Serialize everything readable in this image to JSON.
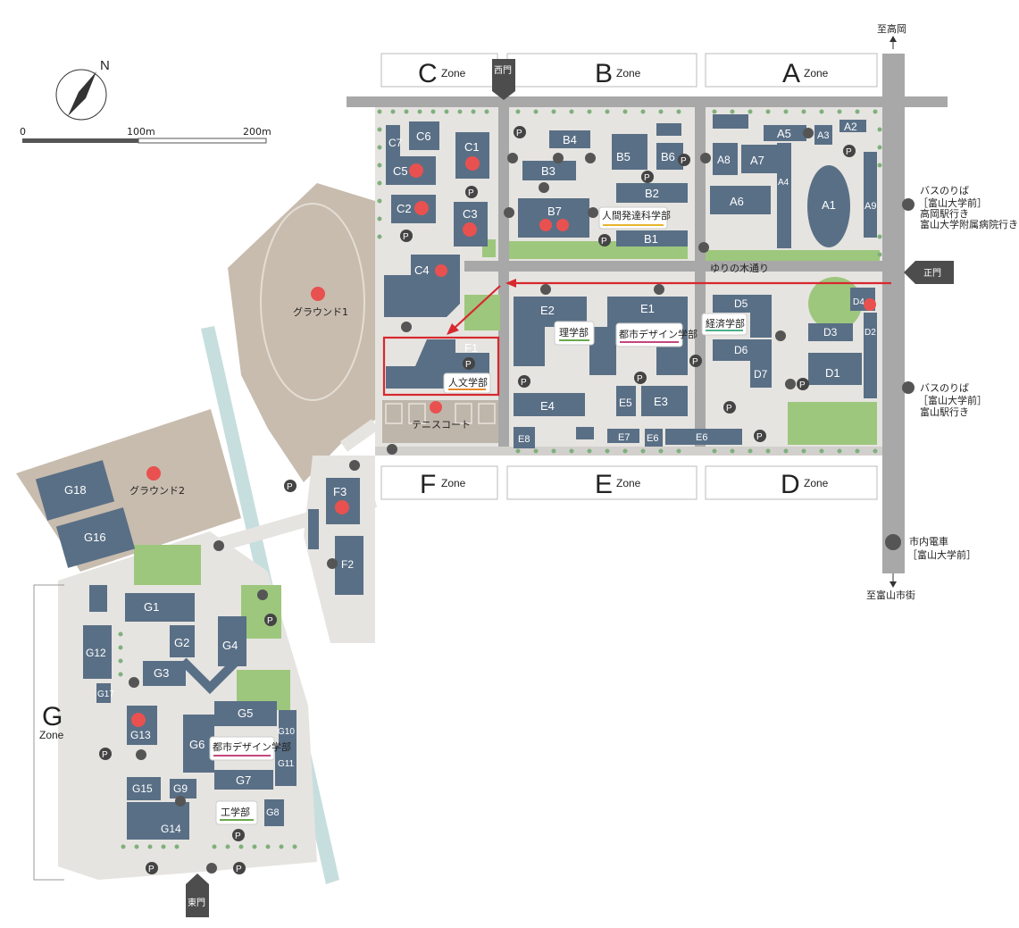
{
  "zones": {
    "a": {
      "letter": "A",
      "word": "Zone"
    },
    "b": {
      "letter": "B",
      "word": "Zone"
    },
    "c": {
      "letter": "C",
      "word": "Zone"
    },
    "d": {
      "letter": "D",
      "word": "Zone"
    },
    "e": {
      "letter": "E",
      "word": "Zone"
    },
    "f": {
      "letter": "F",
      "word": "Zone"
    },
    "g": {
      "letter": "G",
      "word": "Zone"
    }
  },
  "compass": {
    "north": "N"
  },
  "scale": {
    "t0": "0",
    "t1": "100m",
    "t2": "200m"
  },
  "gates": {
    "west": "西門",
    "main": "正門",
    "east": "東門"
  },
  "directions": {
    "north": "至高岡",
    "south": "至富山市街"
  },
  "bus_stop_1": {
    "title": "バスのりば",
    "stop": "［富山大学前］",
    "line1": "高岡駅行き",
    "line2": "富山大学附属病院行き"
  },
  "bus_stop_2": {
    "title": "バスのりば",
    "stop": "［富山大学前］",
    "line1": "富山駅行き"
  },
  "tram": {
    "title": "市内電車",
    "stop": "［富山大学前］"
  },
  "road_name": "ゆりの木通り",
  "grounds": {
    "g1": "グラウンド1",
    "g2": "グラウンド2",
    "tennis": "テニスコート"
  },
  "departments": {
    "humanities": "人文学部",
    "human_dev": "人間発達科学部",
    "science": "理学部",
    "urban_design_e": "都市デザイン学部",
    "economics": "経済学部",
    "urban_design_g": "都市デザイン学部",
    "engineering": "工学部"
  },
  "buildings": {
    "a1": "A1",
    "a2": "A2",
    "a3": "A3",
    "a4": "A4",
    "a5": "A5",
    "a6": "A6",
    "a7": "A7",
    "a8": "A8",
    "a9": "A9",
    "b1": "B1",
    "b2": "B2",
    "b3": "B3",
    "b4": "B4",
    "b5": "B5",
    "b6": "B6",
    "b7": "B7",
    "c1": "C1",
    "c2": "C2",
    "c3": "C3",
    "c4": "C4",
    "c5": "C5",
    "c6": "C6",
    "c7": "C7",
    "d1": "D1",
    "d2": "D2",
    "d3": "D3",
    "d4": "D4",
    "d5": "D5",
    "d6": "D6",
    "d7": "D7",
    "e1": "E1",
    "e2": "E2",
    "e3": "E3",
    "e4": "E4",
    "e5": "E5",
    "e6": "E6",
    "e6b": "E6",
    "e7": "E7",
    "e8": "E8",
    "f1": "F1",
    "f2": "F2",
    "f3": "F3",
    "g1": "G1",
    "g2": "G2",
    "g3": "G3",
    "g4": "G4",
    "g5": "G5",
    "g6": "G6",
    "g7": "G7",
    "g8": "G8",
    "g9": "G9",
    "g10": "G10",
    "g11": "G11",
    "g12": "G12",
    "g13": "G13",
    "g14": "G14",
    "g15": "G15",
    "g16": "G16",
    "g17": "G17",
    "g18": "G18"
  },
  "parking_label": "P",
  "colors": {
    "building": "#596f86",
    "route": "#d7282f",
    "lawn": "#9dc77d",
    "ground": "#c8bcae",
    "road": "#a8a8a8",
    "river": "#c7dede"
  }
}
